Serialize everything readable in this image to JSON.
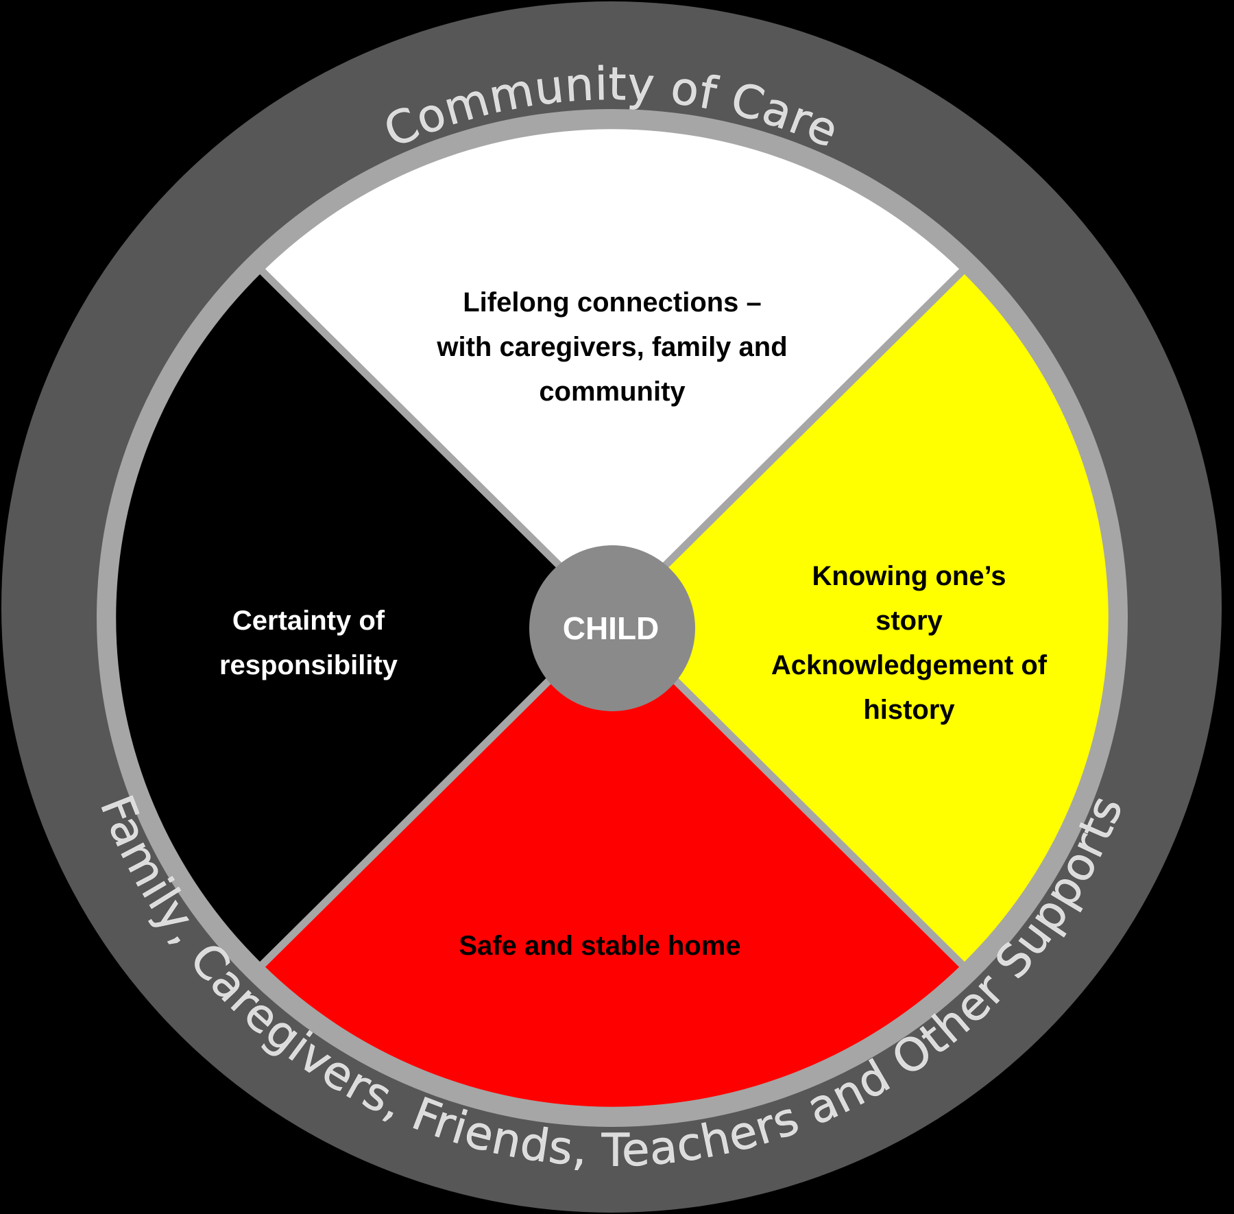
{
  "diagram": {
    "background_color": "#000000",
    "outer_ring": {
      "color": "#575757",
      "top_label": "Community of Care",
      "bottom_label": "Family, Caregivers, Friends, Teachers and Other Supports",
      "text_color": "#dcdcdc"
    },
    "separator_ring": {
      "color": "#a6a6a6"
    },
    "center": {
      "label": "CHILD",
      "color": "#8a8a8a",
      "text_color": "#ffffff"
    },
    "quadrants": [
      {
        "position": "top",
        "color": "#ffffff",
        "text_color": "#000000",
        "lines": [
          "Lifelong connections –",
          "with caregivers, family and",
          "community"
        ]
      },
      {
        "position": "right",
        "color": "#ffff00",
        "text_color": "#000000",
        "lines": [
          "Knowing one’s",
          "story",
          "Acknowledgement of",
          "history"
        ]
      },
      {
        "position": "bottom",
        "color": "#ff0000",
        "text_color": "#000000",
        "lines": [
          "Safe and stable home"
        ]
      },
      {
        "position": "left",
        "color": "#000000",
        "text_color": "#ffffff",
        "lines": [
          "Certainty of",
          "responsibility"
        ]
      }
    ]
  }
}
